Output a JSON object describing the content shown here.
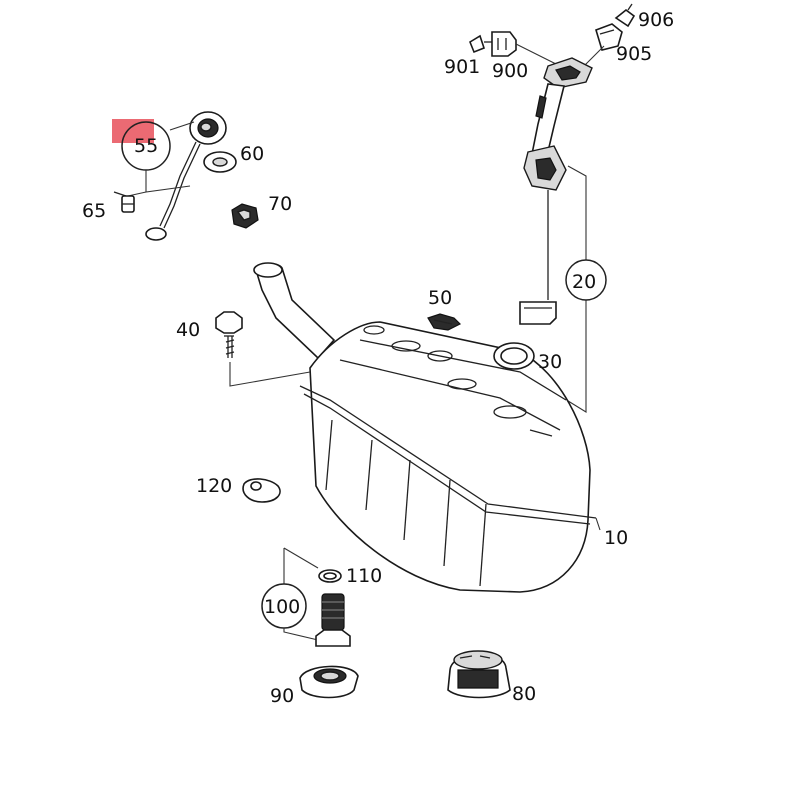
{
  "highlight_color": "#e8505b",
  "parts": {
    "p906": "906",
    "p905": "905",
    "p901": "901",
    "p900": "900",
    "p55": "55",
    "p60": "60",
    "p65": "65",
    "p70": "70",
    "p20": "20",
    "p50": "50",
    "p40": "40",
    "p30": "30",
    "p120": "120",
    "p10": "10",
    "p110": "110",
    "p100": "100",
    "p90": "90",
    "p80": "80"
  }
}
